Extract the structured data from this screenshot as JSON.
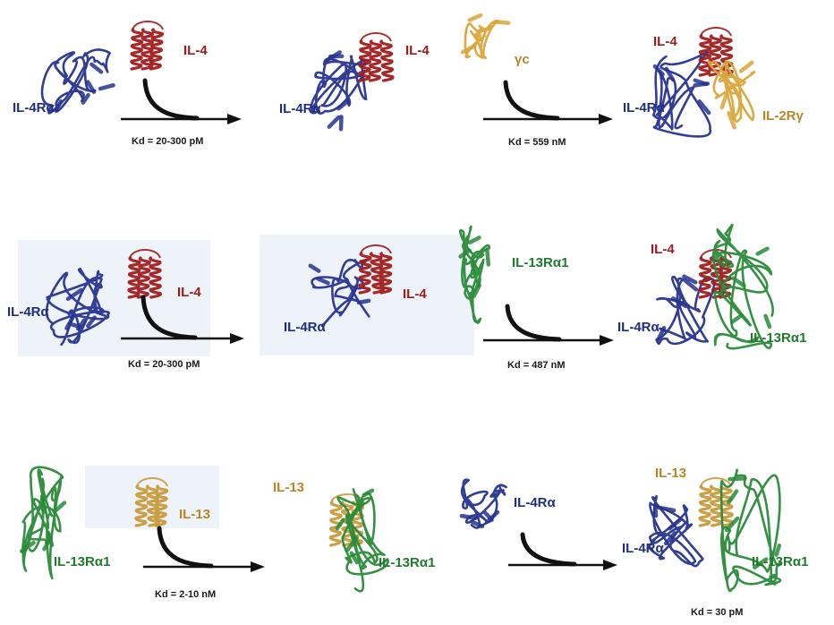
{
  "rows": [
    {
      "labels": {
        "r1_il4ra_a": "IL-4Rα",
        "r1_il4_a": "IL-4",
        "r1_il4ra_b": "IL-4Rα",
        "r1_il4_b": "IL-4",
        "r1_gc": "γc",
        "r1_il4_c": "IL-4",
        "r1_il4ra_c": "IL-4Rα",
        "r1_il2rg": "IL-2Rγ"
      },
      "kd": [
        "Kd = 20-300 pM",
        "Kd = 559 nM"
      ]
    },
    {
      "labels": {
        "r2_il4ra_a": "IL-4Rα",
        "r2_il4_a": "IL-4",
        "r2_il4ra_b": "IL-4Rα",
        "r2_il4_b": "IL-4",
        "r2_il13ra1_a": "IL-13Rα1",
        "r2_il4_c": "IL-4",
        "r2_il4ra_c": "IL-4Rα",
        "r2_il13ra1_b": "IL-13Rα1"
      },
      "kd": [
        "Kd = 20-300 pM",
        "Kd = 487 nM"
      ]
    },
    {
      "labels": {
        "r3_il13ra1_a": "IL-13Rα1",
        "r3_il13_a": "IL-13",
        "r3_il13_b": "IL-13",
        "r3_il13ra1_b": "IL-13Rα1",
        "r3_il4ra_a": "IL-4Rα",
        "r3_il13_c": "IL-13",
        "r3_il4ra_b": "IL-4Rα",
        "r3_il13ra1_c": "IL-13Rα1"
      },
      "kd": [
        "Kd = 2-10 nM",
        "Kd = 30 pM"
      ]
    }
  ],
  "colors": {
    "il4ra": "#27348f",
    "il4": "#a01d1d",
    "gamma_c": "#d9a53a",
    "il13ra1": "#2a8a3a",
    "il13": "#c89a3c",
    "arrow": "#111111"
  }
}
